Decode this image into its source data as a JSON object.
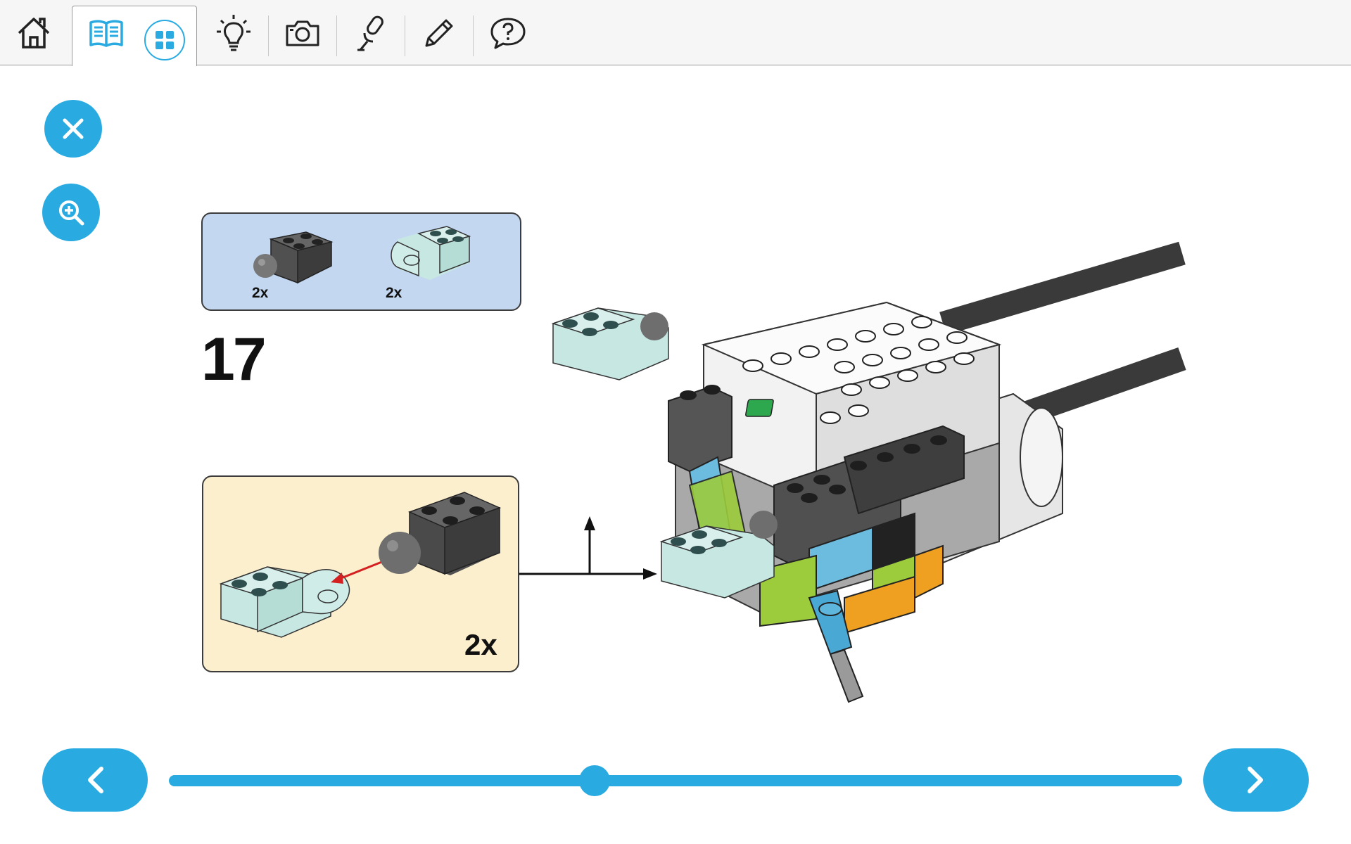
{
  "toolbar": {
    "items": [
      {
        "name": "home-icon"
      },
      {
        "name": "book-icon"
      },
      {
        "name": "grid-icon"
      },
      {
        "name": "lightbulb-icon"
      },
      {
        "name": "camera-icon"
      },
      {
        "name": "microphone-icon"
      },
      {
        "name": "pencil-icon"
      },
      {
        "name": "help-bubble-icon"
      }
    ]
  },
  "colors": {
    "accent": "#29abe2",
    "parts_box": "#c3d7f0",
    "sub_box": "#fcefce"
  },
  "instructions": {
    "parts": [
      {
        "qty": "2x"
      },
      {
        "qty": "2x"
      }
    ],
    "step_number": "17",
    "sub_assembly_qty": "2x"
  },
  "progress": {
    "fraction": 0.42
  }
}
